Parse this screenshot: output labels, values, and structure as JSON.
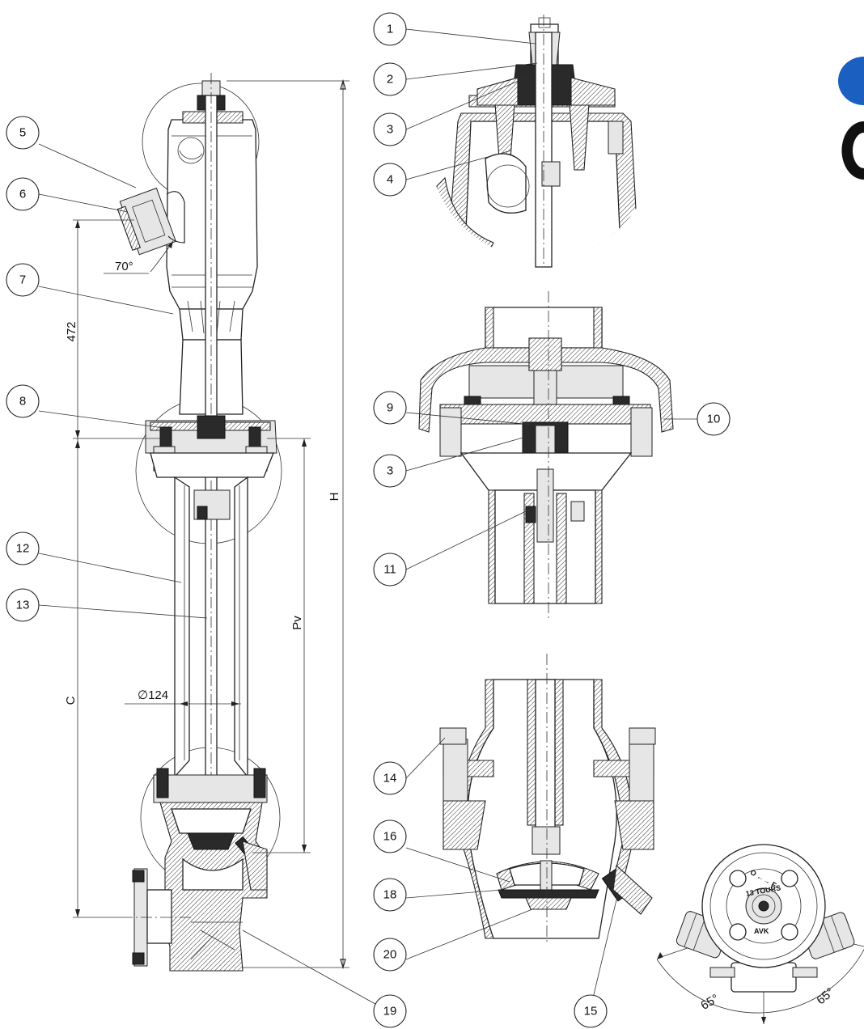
{
  "callouts": [
    "1",
    "2",
    "3",
    "4",
    "5",
    "6",
    "7",
    "8",
    "9",
    "10",
    "3",
    "11",
    "12",
    "13",
    "14",
    "16",
    "18",
    "20",
    "19",
    "15"
  ],
  "dimensions": {
    "angle_outlet": "70°",
    "depth_472": "472",
    "height_h": "H",
    "burial_depth_pv": "Pv",
    "dimension_c": "C",
    "diameter": "∅124",
    "rotation_left": "65°",
    "rotation_right": "65°"
  },
  "cap_marking": {
    "directions": "O ←→ F",
    "turns": "13 TOURS",
    "brand": "AVK"
  },
  "colors": {
    "logo_blue": "#1b5fc1",
    "line": "#222222"
  }
}
